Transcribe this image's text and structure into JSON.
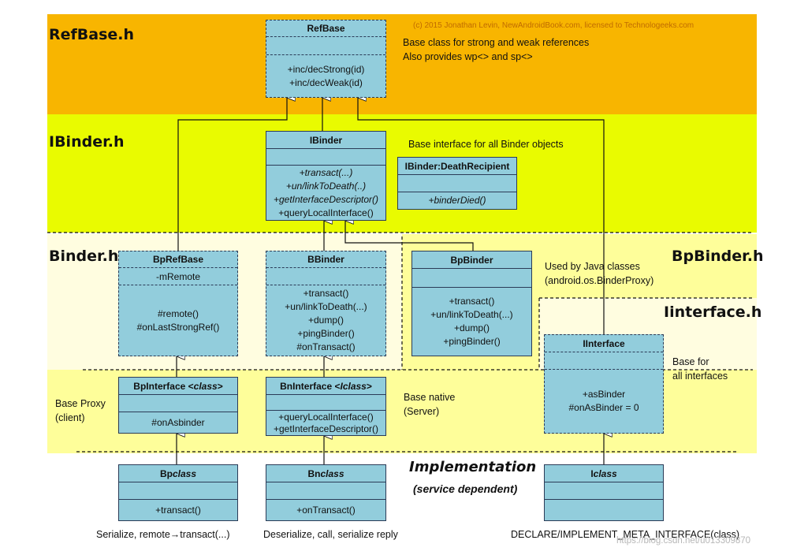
{
  "copyright": "(c) 2015 Jonathan Levin, NewAndroidBook.com, licensed to Technologeeks.com",
  "watermark": "https://blog.csdn.net/u013309870",
  "headers": {
    "refbase_h": "RefBase.h",
    "ibinder_h": "IBinder.h",
    "binder_h": "Binder.h",
    "bpbinder_h": "BpBinder.h",
    "iinterface_h": "Iinterface.h"
  },
  "notes": {
    "refbase_1": "Base class for strong and weak references",
    "refbase_2": "Also provides wp<> and sp<>",
    "ibinder": "Base interface for all Binder objects",
    "bpbinder_1": "Used by Java classes",
    "bpbinder_2": "(android.os.BinderProxy)",
    "iinterface_1": "Base for",
    "iinterface_2": "all interfaces",
    "proxy_1": "Base Proxy",
    "proxy_2": "(client)",
    "native_1": "Base native",
    "native_2": "(Server)",
    "impl_1": "Implementation",
    "impl_2": "(service dependent)"
  },
  "classes": {
    "refbase": {
      "name": "RefBase",
      "methods": [
        "+inc/decStrong(id)",
        "+inc/decWeak(id)"
      ]
    },
    "ibinder": {
      "name": "IBinder",
      "methods": [
        "+transact(...)",
        "+un/linkToDeath(..)",
        "+getInterfaceDescriptor()",
        "+queryLocalInterface()"
      ]
    },
    "deathrecipient": {
      "name": "IBinder:DeathRecipient",
      "methods": [
        "+binderDied()"
      ]
    },
    "bprefbase": {
      "name": "BpRefBase",
      "fields": [
        "-mRemote"
      ],
      "methods": [
        "#remote()",
        "#onLastStrongRef()"
      ]
    },
    "bbinder": {
      "name": "BBinder",
      "methods": [
        "+transact()",
        "+un/linkToDeath(...)",
        "+dump()",
        "+pingBinder()",
        "#onTransact()"
      ]
    },
    "bpbinder": {
      "name": "BpBinder",
      "methods": [
        "+transact()",
        "+un/linkToDeath(...)",
        "+dump()",
        "+pingBinder()"
      ]
    },
    "iinterface": {
      "name": "IInterface",
      "methods": [
        "+asBinder",
        "#onAsBinder = 0"
      ]
    },
    "bpinterface": {
      "name_prefix": "BpInterface <",
      "name_italic": "class",
      "name_suffix": ">",
      "methods": [
        "#onAsbinder"
      ]
    },
    "bninterface": {
      "name_prefix": "BnInterface <",
      "name_italic": "Iclass",
      "name_suffix": ">",
      "methods": [
        "+queryLocalInterface()",
        "+getInterfaceDescriptor()"
      ]
    },
    "bpclass": {
      "name_prefix": "Bp",
      "name_italic": "class",
      "methods": [
        "+transact()"
      ]
    },
    "bnclass": {
      "name_prefix": "Bn",
      "name_italic": "class",
      "methods": [
        "+onTransact()"
      ]
    },
    "iclass": {
      "name_prefix": "I",
      "name_italic": "class",
      "methods": []
    }
  },
  "captions": {
    "bp": "Serialize, remote→transact(...)",
    "bn": "Deserialize, call, serialize reply",
    "i": "DECLARE/IMPLEMENT_META_INTERFACE(class)"
  },
  "colors": {
    "orange": "#f8b500",
    "lime": "#e9fb00",
    "cream": "#fffde0",
    "paleyellow": "#fefe9a",
    "classfill": "#92cddc"
  }
}
